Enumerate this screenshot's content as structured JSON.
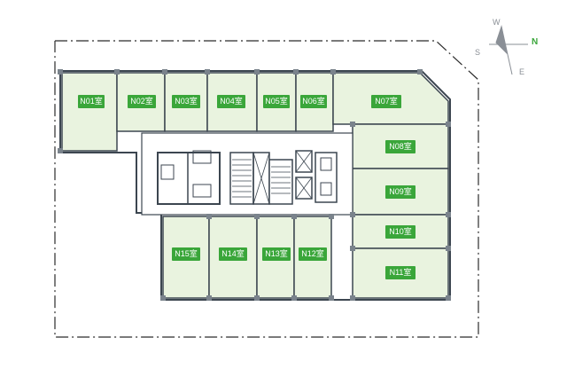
{
  "rooms": [
    {
      "id": "N01",
      "label": "N01室"
    },
    {
      "id": "N02",
      "label": "N02室"
    },
    {
      "id": "N03",
      "label": "N03室"
    },
    {
      "id": "N04",
      "label": "N04室"
    },
    {
      "id": "N05",
      "label": "N05室"
    },
    {
      "id": "N06",
      "label": "N06室"
    },
    {
      "id": "N07",
      "label": "N07室"
    },
    {
      "id": "N08",
      "label": "N08室"
    },
    {
      "id": "N09",
      "label": "N09室"
    },
    {
      "id": "N10",
      "label": "N10室"
    },
    {
      "id": "N11",
      "label": "N11室"
    },
    {
      "id": "N12",
      "label": "N12室"
    },
    {
      "id": "N13",
      "label": "N13室"
    },
    {
      "id": "N14",
      "label": "N14室"
    },
    {
      "id": "N15",
      "label": "N15室"
    }
  ],
  "compass": {
    "n": "N",
    "s": "S",
    "e": "E",
    "w": "W"
  },
  "colors": {
    "room_fill": "#e9f3df",
    "label_bg": "#3aa63a",
    "wall": "#3c4650",
    "boundary": "#2b2b2b"
  }
}
